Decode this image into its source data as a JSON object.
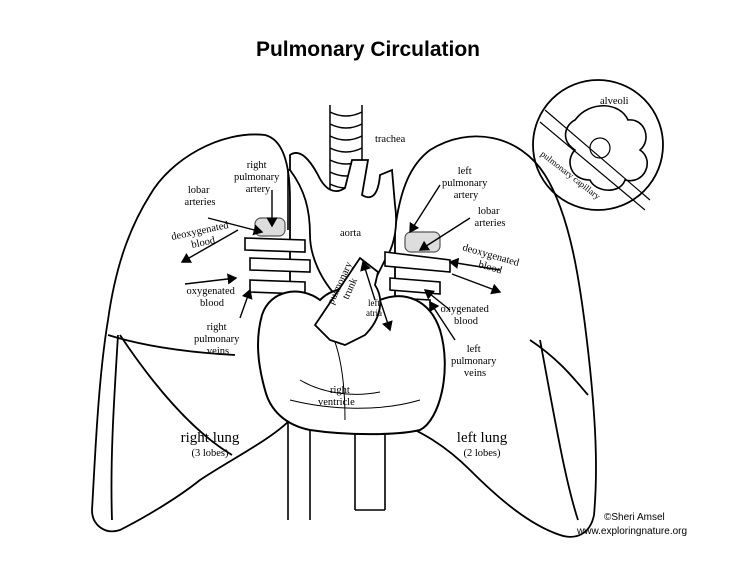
{
  "title": "Pulmonary Circulation",
  "labels": {
    "trachea": "trachea",
    "aorta": "aorta",
    "pulmonary_trunk_line1": "pulmonary",
    "pulmonary_trunk_line2": "trunk",
    "left_atria_line1": "left",
    "left_atria_line2": "atria",
    "right_ventricle_line1": "right",
    "right_ventricle_line2": "ventricle",
    "right_pulmonary_artery": [
      "right",
      "pulmonary",
      "artery"
    ],
    "lobar_arteries_right": [
      "lobar",
      "arteries"
    ],
    "deoxygenated_blood_right": [
      "deoxygenated",
      "blood"
    ],
    "oxygenated_blood_right": [
      "oxygenated",
      "blood"
    ],
    "right_pulmonary_veins": [
      "right",
      "pulmonary",
      "veins"
    ],
    "left_pulmonary_artery": [
      "left",
      "pulmonary",
      "artery"
    ],
    "lobar_arteries_left": [
      "lobar",
      "arteries"
    ],
    "deoxygenated_blood_left": [
      "deoxygenated",
      "blood"
    ],
    "oxygenated_blood_left": [
      "oxygenated",
      "blood"
    ],
    "left_pulmonary_veins": [
      "left",
      "pulmonary",
      "veins"
    ],
    "right_lung": "right lung",
    "right_lung_lobes": "(3 lobes)",
    "left_lung": "left lung",
    "left_lung_lobes": "(2 lobes)",
    "alveoli": "alveoli",
    "pulmonary_capillary": "pulmonary capillary"
  },
  "credit": {
    "author": "©Sheri Amsel",
    "site": "www.exploringnature.org"
  }
}
